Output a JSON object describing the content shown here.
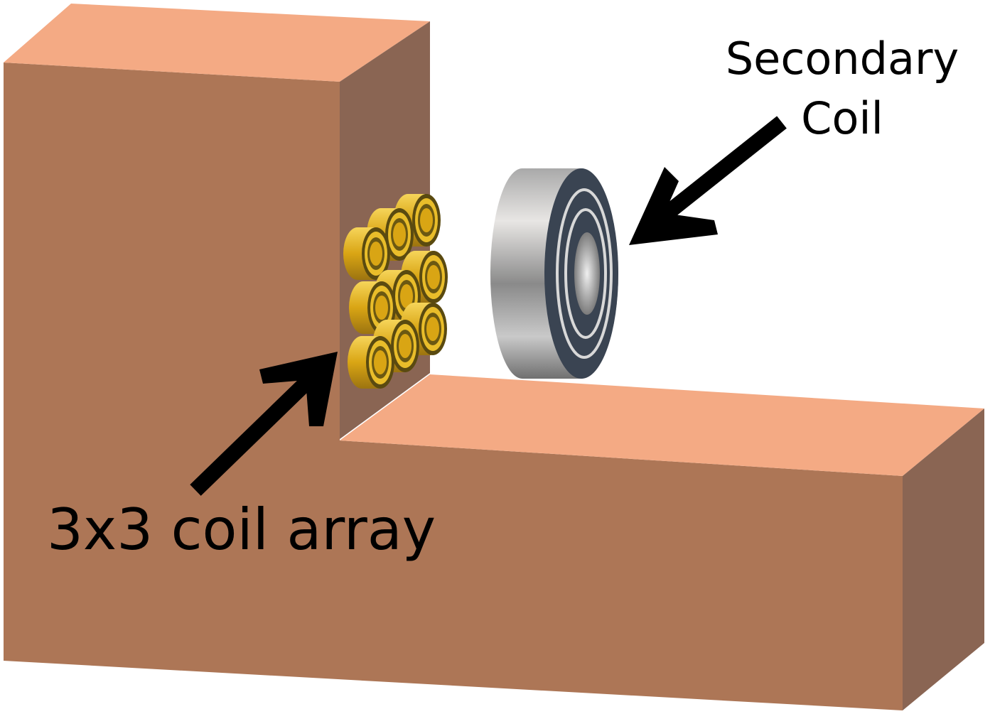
{
  "labels": {
    "secondary_line1": "Secondary",
    "secondary_line2": "Coil",
    "array": "3x3 coil array"
  },
  "colors": {
    "block_front": "#ad7656",
    "block_top": "#f4aa84",
    "block_side": "#8a6553",
    "coil_gold": "#e2b21c",
    "secondary_steel": "#b8b8b8",
    "secondary_face": "#3a4452",
    "arrow": "#000000"
  },
  "coil_array": {
    "rows": 3,
    "cols": 3
  }
}
